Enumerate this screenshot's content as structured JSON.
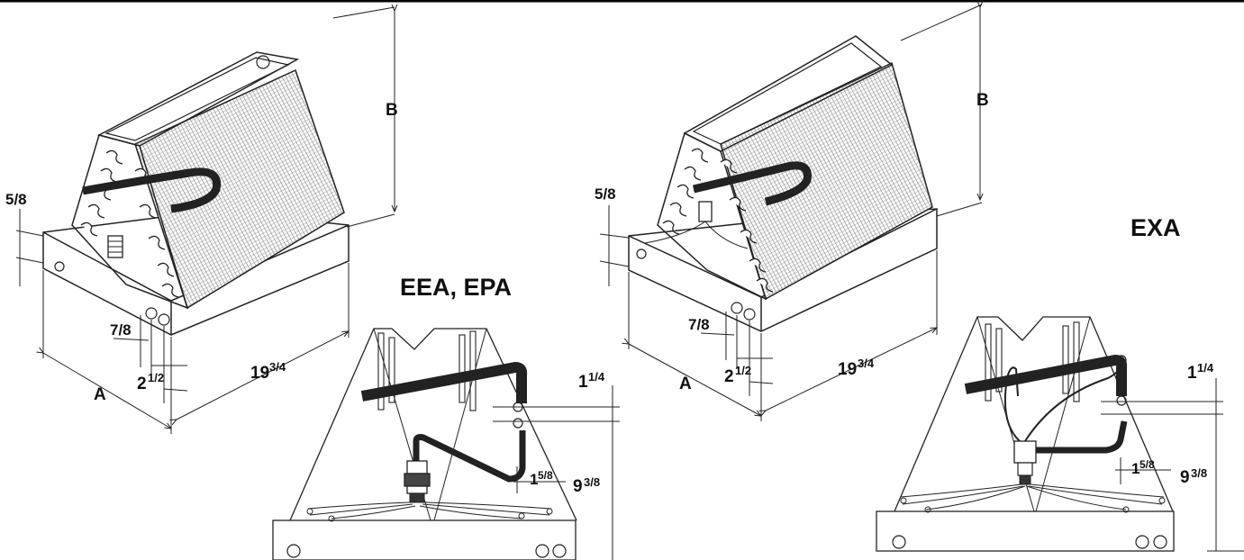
{
  "titles": {
    "left_model": "EEA, EPA",
    "right_model": "EXA"
  },
  "left_unit": {
    "dim_top_height": "B",
    "dim_front_width": "A",
    "dim_depth_whole": "19",
    "dim_depth_frac": "3/4",
    "dim_left_offset": "5/8",
    "dim_bottom_offset": "7/8",
    "dim_spacing_whole": "2",
    "dim_spacing_frac": "1/2"
  },
  "right_unit": {
    "dim_top_height": "B",
    "dim_front_width": "A",
    "dim_depth_whole": "19",
    "dim_depth_frac": "3/4",
    "dim_left_offset": "5/8",
    "dim_bottom_offset": "7/8",
    "dim_spacing_whole": "2",
    "dim_spacing_frac": "1/2"
  },
  "left_detail": {
    "dim_top_whole": "1",
    "dim_top_frac": "1/4",
    "dim_side_whole": "1",
    "dim_side_frac": "5/8",
    "dim_height_whole": "9",
    "dim_height_frac": "3/8"
  },
  "right_detail": {
    "dim_top_whole": "1",
    "dim_top_frac": "1/4",
    "dim_side_whole": "1",
    "dim_side_frac": "5/8",
    "dim_height_whole": "9",
    "dim_height_frac": "3/8"
  }
}
